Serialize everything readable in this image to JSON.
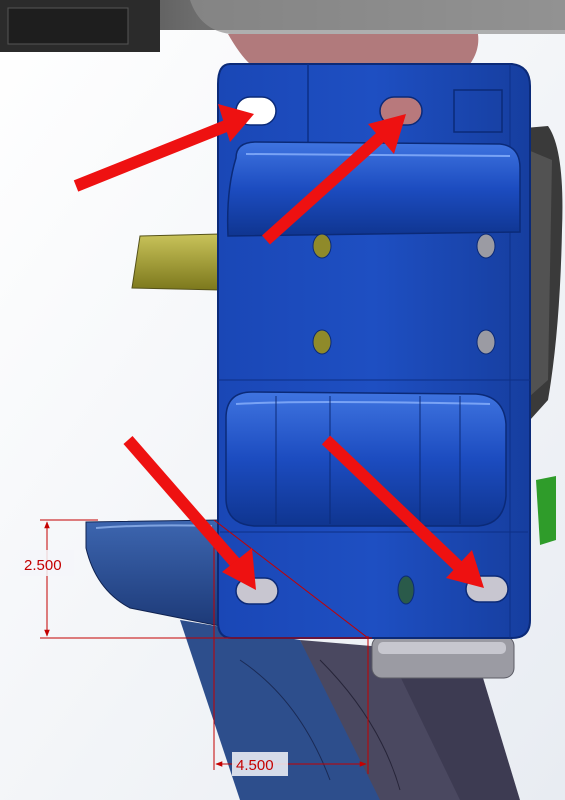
{
  "dimensions": {
    "vertical": {
      "value": "2.500"
    },
    "horizontal": {
      "value": "4.500"
    }
  },
  "callouts": {
    "arrow_count": 4,
    "arrow_color": "#ee1111",
    "targets": [
      "top-left-slot",
      "top-center-slot",
      "bottom-left-slot",
      "bottom-right-slot"
    ]
  },
  "colors": {
    "bracket": "#1f52c4",
    "bracket_dark": "#0d2f86",
    "mount_part": "#2d4e8c",
    "frame_part": "#4a4860",
    "yellow_part": "#9e9a2c",
    "green_part": "#2f9c2a",
    "dimension_lines": "#c40000"
  }
}
